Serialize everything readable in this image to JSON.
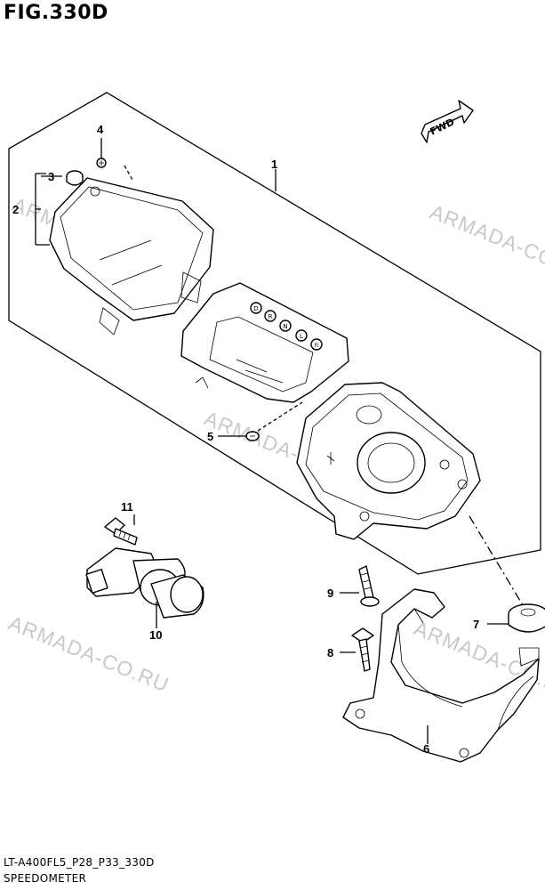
{
  "figure": {
    "title": "FIG.330D",
    "fwd_label": "FWD"
  },
  "watermark": "ARMADA-CO.RU",
  "callouts": [
    "1",
    "2",
    "3",
    "4",
    "5",
    "6",
    "7",
    "8",
    "9",
    "10",
    "11"
  ],
  "icons": {
    "led_indicators": [
      "D",
      "R",
      "N",
      "L",
      "Fi"
    ]
  },
  "footer": {
    "code": "LT-A400FL5_P28_P33_330D",
    "name": "SPEEDOMETER"
  }
}
